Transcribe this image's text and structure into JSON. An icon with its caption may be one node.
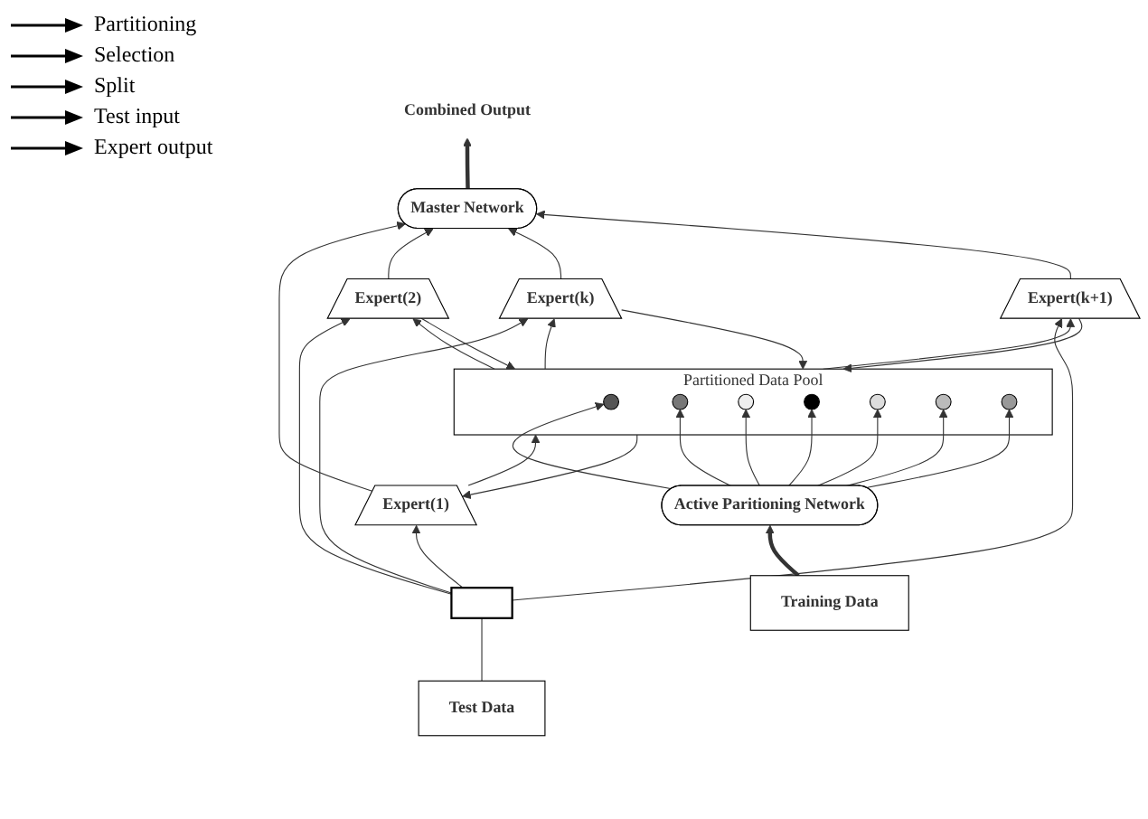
{
  "diagram": {
    "nodes": [
      {
        "text": [
          "Combined Output"
        ]
      },
      {
        "text": [
          "Master Network"
        ]
      },
      {
        "text": [
          "Expert(1)"
        ]
      },
      {
        "text": [
          "Expert(2)"
        ]
      },
      {
        "text": [
          "Expert(k)"
        ]
      },
      {
        "text": [
          "Expert(k+1)"
        ]
      },
      {
        "text": [
          "Test Data"
        ]
      },
      {
        "text": [],
        "shape": "bar"
      },
      {
        "text": [
          "Partitioned Data Pool"
        ]
      },
      {
        "text": [],
        "shape": "circle",
        "in": 8
      },
      {
        "text": [],
        "shape": "circle",
        "in": 8
      },
      {
        "text": [],
        "shape": "circle",
        "in": 8
      },
      {
        "text": [],
        "shape": "circle",
        "in": 8
      },
      {
        "text": [],
        "shape": "circle",
        "in": 8
      },
      {
        "text": [],
        "shape": "circle",
        "in": 8
      },
      {
        "text": [],
        "shape": "circle",
        "in": 8
      },
      {
        "text": [
          "Active Paritioning Network"
        ]
      },
      {
        "text": [
          "Training Data"
        ]
      }
    ],
    "edges": [
      {
        "from": 1,
        "to": 0,
        "arrow": "to",
        "style": "thick"
      },
      {
        "from": 2,
        "to": 1,
        "arrow": "to"
      },
      {
        "from": 3,
        "to": 1,
        "arrow": "to"
      },
      {
        "from": 4,
        "to": 1,
        "arrow": "to"
      },
      {
        "from": 5,
        "to": 1,
        "arrow": "to"
      },
      {
        "from": 6,
        "to": 7,
        "arrow": "none"
      },
      {
        "from": 7,
        "to": 2,
        "arrow": "to"
      },
      {
        "from": 7,
        "to": 3,
        "arrow": "to"
      },
      {
        "from": 7,
        "to": 4,
        "arrow": "to"
      },
      {
        "from": 7,
        "to": 5,
        "arrow": "to"
      },
      {
        "from": 8,
        "to": 2,
        "arrow": "to"
      },
      {
        "from": 8,
        "to": 3,
        "arrow": "to"
      },
      {
        "from": 8,
        "to": 4,
        "arrow": "to"
      },
      {
        "from": 8,
        "to": 5,
        "arrow": "to"
      },
      {
        "from": 2,
        "to": 8,
        "arrow": "to"
      },
      {
        "from": 3,
        "to": 8,
        "arrow": "to"
      },
      {
        "from": 4,
        "to": 8,
        "arrow": "to"
      },
      {
        "from": 5,
        "to": 8,
        "arrow": "to"
      },
      {
        "from": 16,
        "to": 9,
        "arrow": "to"
      },
      {
        "from": 16,
        "to": 10,
        "arrow": "to"
      },
      {
        "from": 16,
        "to": 11,
        "arrow": "to"
      },
      {
        "from": 16,
        "to": 12,
        "arrow": "to"
      },
      {
        "from": 16,
        "to": 13,
        "arrow": "to"
      },
      {
        "from": 16,
        "to": 14,
        "arrow": "to"
      },
      {
        "from": 16,
        "to": 15,
        "arrow": "to"
      },
      {
        "from": 17,
        "to": 16,
        "arrow": "to",
        "style": "thick"
      }
    ],
    "legend": [
      {
        "text": "Partitioning"
      },
      {
        "text": "Selection"
      },
      {
        "text": "Split"
      },
      {
        "text": "Test input"
      },
      {
        "text": "Expert output"
      }
    ]
  }
}
